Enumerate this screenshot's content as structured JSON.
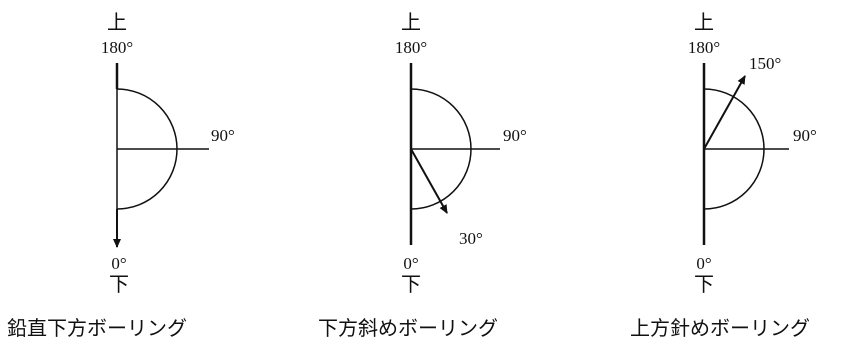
{
  "diagrams": [
    {
      "caption": "鉛直下方ボーリング",
      "top_label": "上",
      "top_angle": "180°",
      "right_angle": "90°",
      "bottom_angle": "0°",
      "bottom_label": "下",
      "arrow": {
        "angle_deg": 0,
        "label": ""
      }
    },
    {
      "caption": "下方斜めボーリング",
      "top_label": "上",
      "top_angle": "180°",
      "right_angle": "90°",
      "bottom_angle": "0°",
      "bottom_label": "下",
      "arrow": {
        "angle_deg": 30,
        "label": "30°"
      }
    },
    {
      "caption": "上方針めボーリング",
      "top_label": "上",
      "top_angle": "180°",
      "right_angle": "90°",
      "bottom_angle": "0°",
      "bottom_label": "下",
      "arrow": {
        "angle_deg": 150,
        "label": "150°"
      }
    }
  ]
}
